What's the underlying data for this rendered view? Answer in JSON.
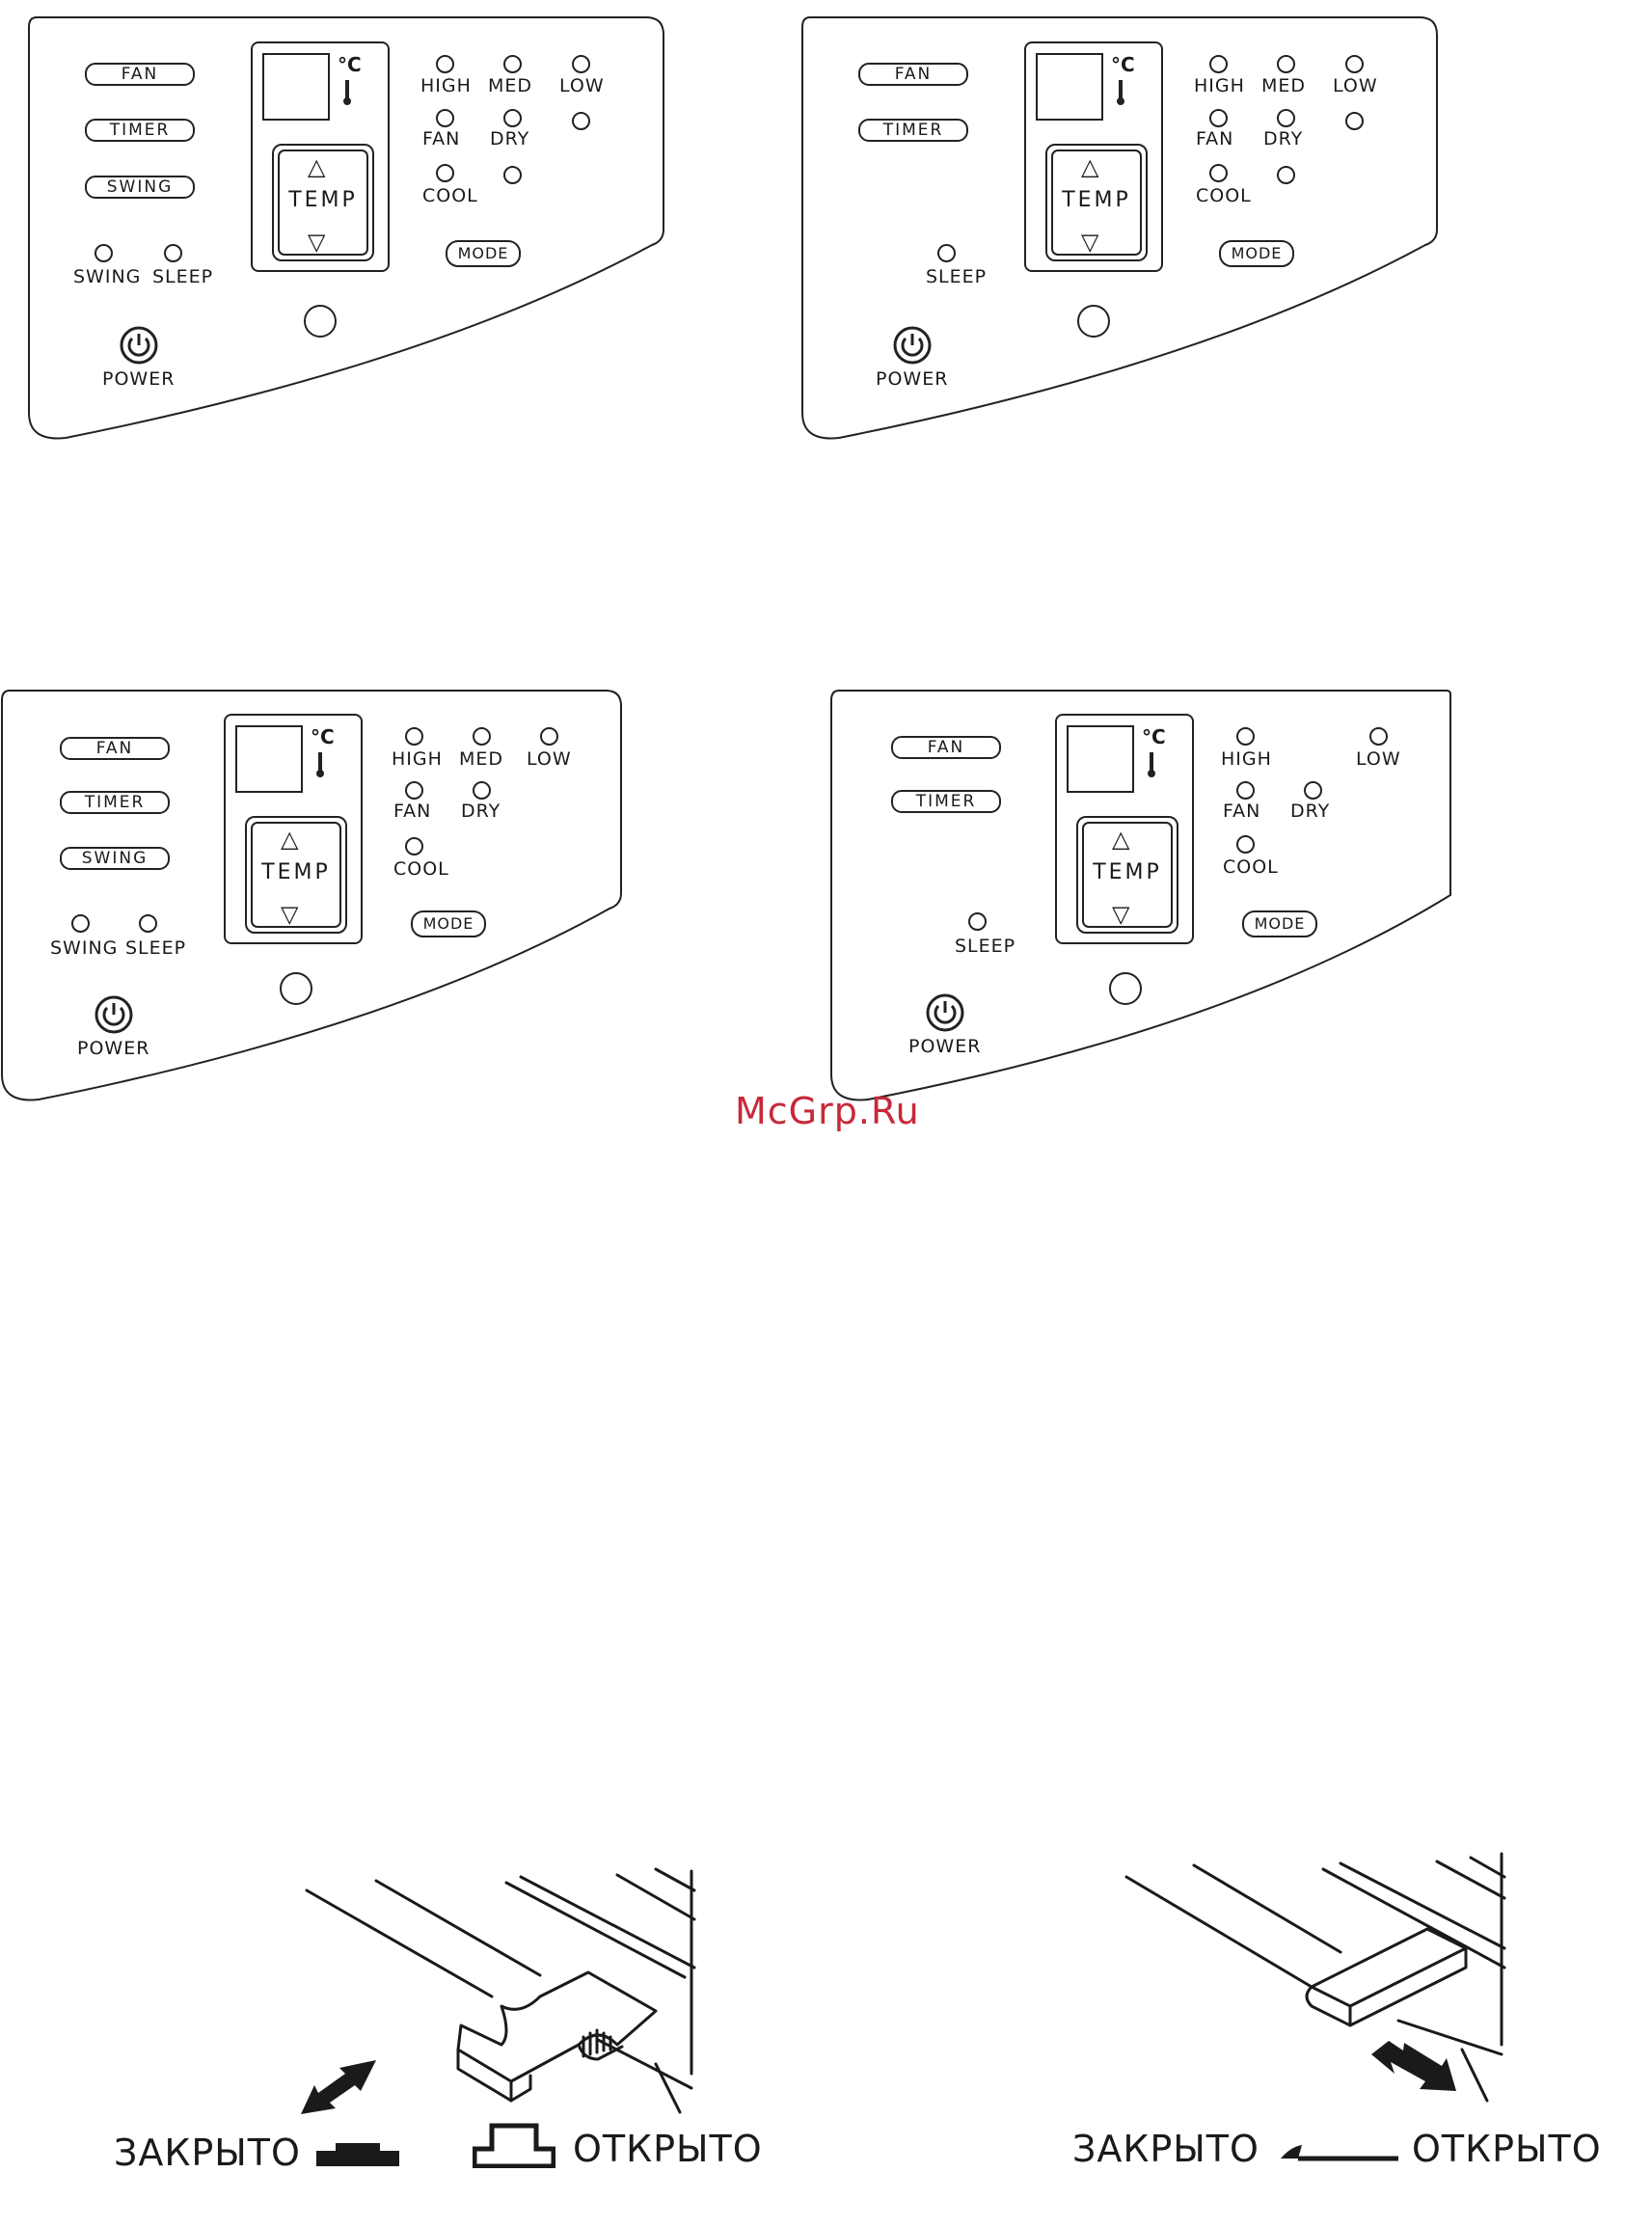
{
  "panels": [
    {
      "buttons": {
        "fan": "FAN",
        "timer": "TIMER",
        "swing": "SWING"
      },
      "indicators": {
        "swing": "SWING",
        "sleep": "SLEEP"
      },
      "display": {
        "unit": "°C",
        "temp_label": "TEMP"
      },
      "modes": {
        "high": "HIGH",
        "med": "MED",
        "low": "LOW",
        "fan": "FAN",
        "dry": "DRY",
        "cool": "COOL"
      },
      "mode_button": "MODE",
      "power_label": "POWER"
    },
    {
      "buttons": {
        "fan": "FAN",
        "timer": "TIMER"
      },
      "indicators": {
        "sleep": "SLEEP"
      },
      "display": {
        "unit": "°C",
        "temp_label": "TEMP"
      },
      "modes": {
        "high": "HIGH",
        "med": "MED",
        "low": "LOW",
        "fan": "FAN",
        "dry": "DRY",
        "cool": "COOL"
      },
      "mode_button": "MODE",
      "power_label": "POWER"
    },
    {
      "buttons": {
        "fan": "FAN",
        "timer": "TIMER",
        "swing": "SWING"
      },
      "indicators": {
        "swing": "SWING",
        "sleep": "SLEEP"
      },
      "display": {
        "unit": "°C",
        "temp_label": "TEMP"
      },
      "modes": {
        "high": "HIGH",
        "med": "MED",
        "low": "LOW",
        "fan": "FAN",
        "dry": "DRY",
        "cool": "COOL"
      },
      "mode_button": "MODE",
      "power_label": "POWER"
    },
    {
      "buttons": {
        "fan": "FAN",
        "timer": "TIMER"
      },
      "indicators": {
        "sleep": "SLEEP"
      },
      "display": {
        "unit": "°C",
        "temp_label": "TEMP"
      },
      "modes": {
        "high": "HIGH",
        "low": "LOW",
        "fan": "FAN",
        "dry": "DRY",
        "cool": "COOL"
      },
      "mode_button": "MODE",
      "power_label": "POWER"
    }
  ],
  "watermark": "McGrp.Ru",
  "vents": {
    "left": {
      "closed": "ЗАКРЫТО",
      "open": "ОТКРЫТО"
    },
    "right": {
      "closed": "ЗАКРЫТО",
      "open": "ОТКРЫТО"
    }
  }
}
